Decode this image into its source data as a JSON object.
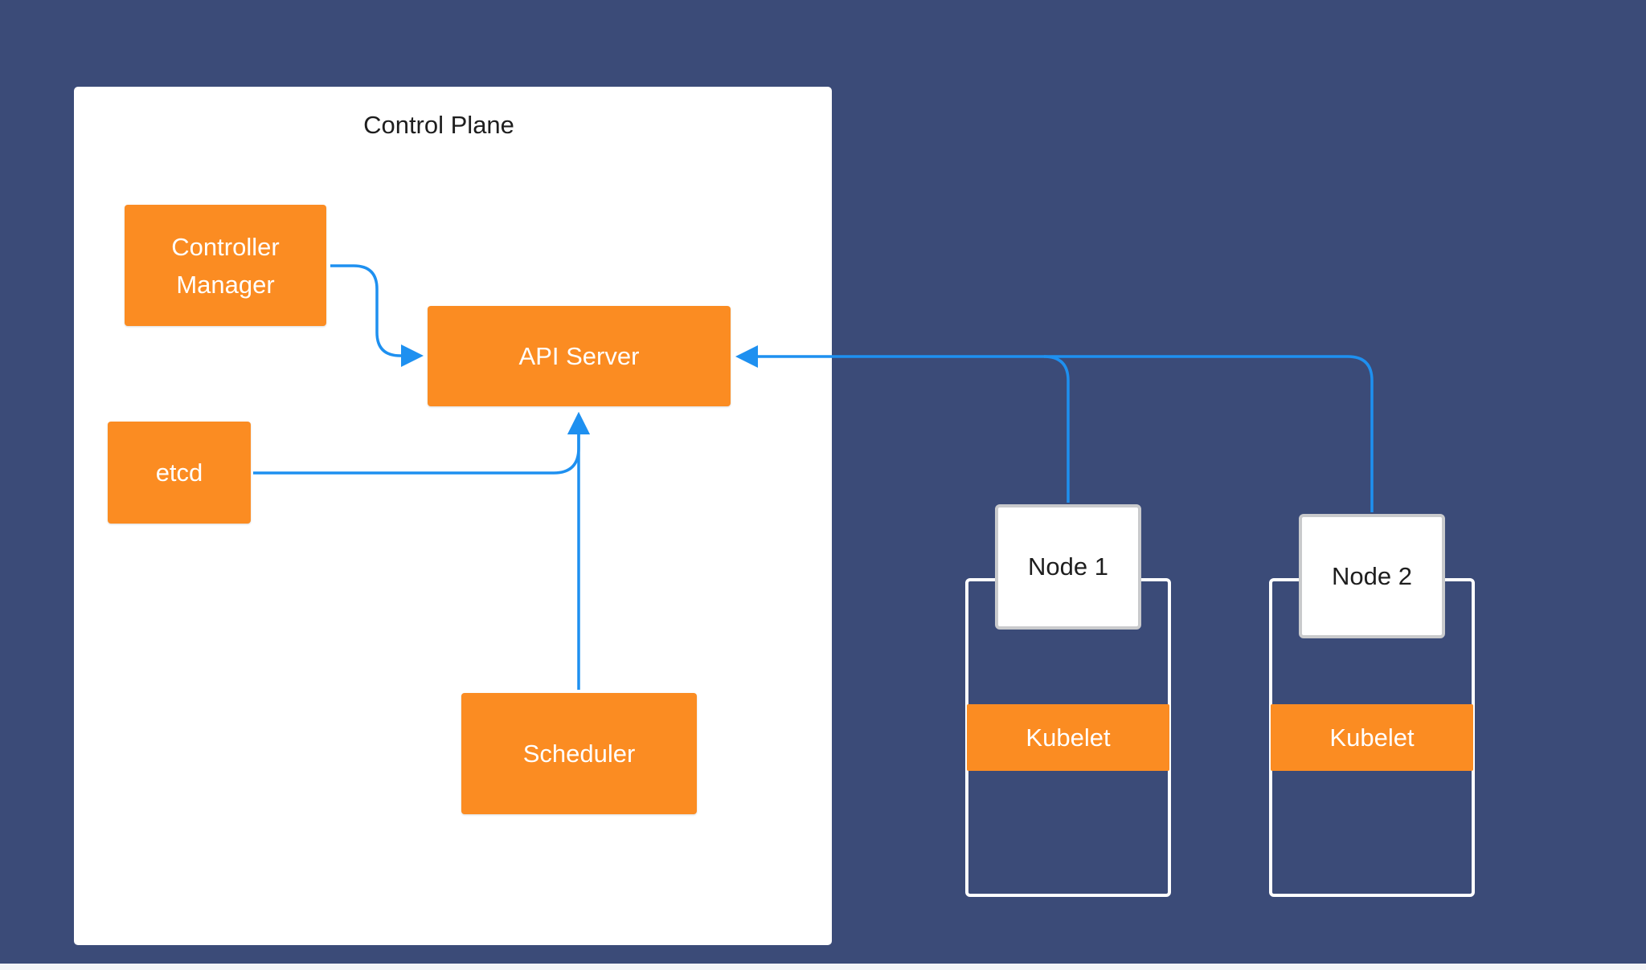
{
  "colors": {
    "background": "#3b4b78",
    "panel": "#ffffff",
    "component": "#fb8c22",
    "connector": "#1e90f0",
    "node_border": "#c9cacc"
  },
  "control_plane": {
    "title": "Control Plane",
    "components": {
      "controller_manager": "Controller\nManager",
      "api_server": "API Server",
      "etcd": "etcd",
      "scheduler": "Scheduler"
    }
  },
  "nodes": [
    {
      "label": "Node 1",
      "agent": "Kubelet"
    },
    {
      "label": "Node 2",
      "agent": "Kubelet"
    }
  ],
  "connections": [
    {
      "from": "Controller Manager",
      "to": "API Server"
    },
    {
      "from": "etcd",
      "to": "API Server"
    },
    {
      "from": "Scheduler",
      "to": "API Server"
    },
    {
      "from": "Node 1",
      "to": "API Server"
    },
    {
      "from": "Node 2",
      "to": "API Server"
    }
  ]
}
